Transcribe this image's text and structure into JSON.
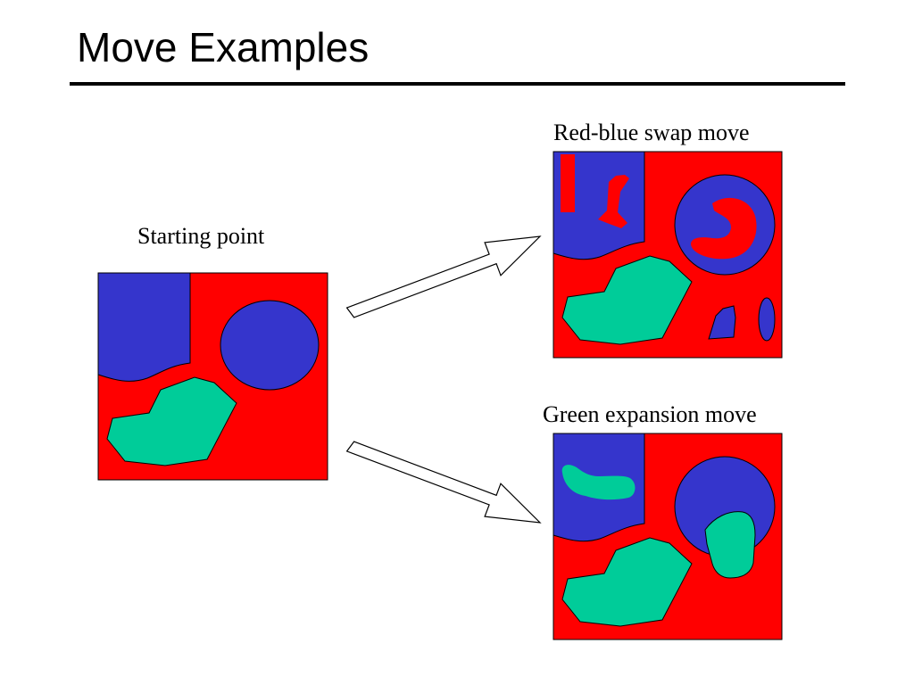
{
  "slide": {
    "title": "Move Examples"
  },
  "captions": {
    "start": "Starting point",
    "swap": "Red-blue swap move",
    "green": "Green expansion move"
  },
  "colors": {
    "red": "#ff0000",
    "blue": "#3535cc",
    "green": "#00cc99",
    "outline": "#000000",
    "arrow_fill": "#ffffff"
  }
}
